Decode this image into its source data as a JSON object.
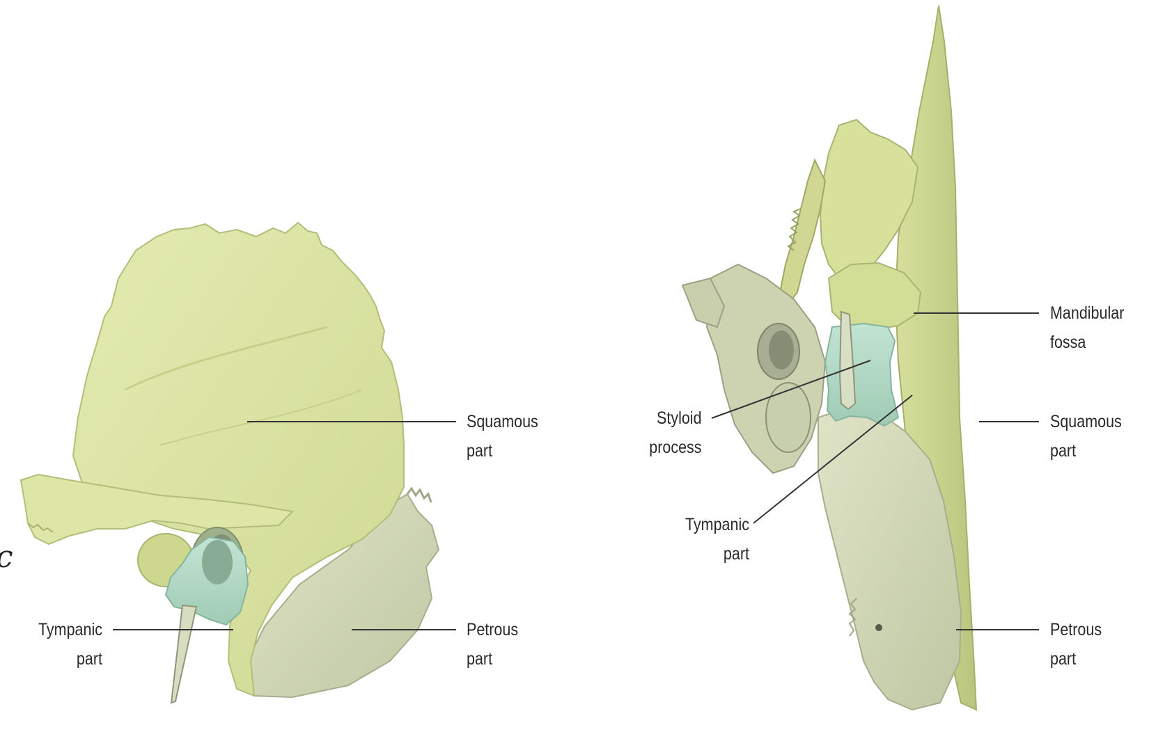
{
  "colors": {
    "squamous": "#dbe4a4",
    "squamous_shade": "#c3cf8a",
    "petrous": "#d3dab8",
    "petrous_shade": "#b9c19f",
    "tympanic": "#b6dcc9",
    "tympanic_shade": "#94c4ad",
    "leader_line": "#333333",
    "label_text": "#2a2a2a"
  },
  "left_view": {
    "squamous_label": [
      "Squamous",
      "part"
    ],
    "tympanic_label": [
      "Tympanic",
      "part"
    ],
    "petrous_label": [
      "Petrous",
      "part"
    ]
  },
  "right_view": {
    "mandibular_label": [
      "Mandibular",
      "fossa"
    ],
    "styloid_label": [
      "Styloid",
      "process"
    ],
    "squamous_label": [
      "Squamous",
      "part"
    ],
    "tympanic_label": [
      "Tympanic",
      "part"
    ],
    "petrous_label": [
      "Petrous",
      "part"
    ]
  },
  "margin_glyph": "c"
}
